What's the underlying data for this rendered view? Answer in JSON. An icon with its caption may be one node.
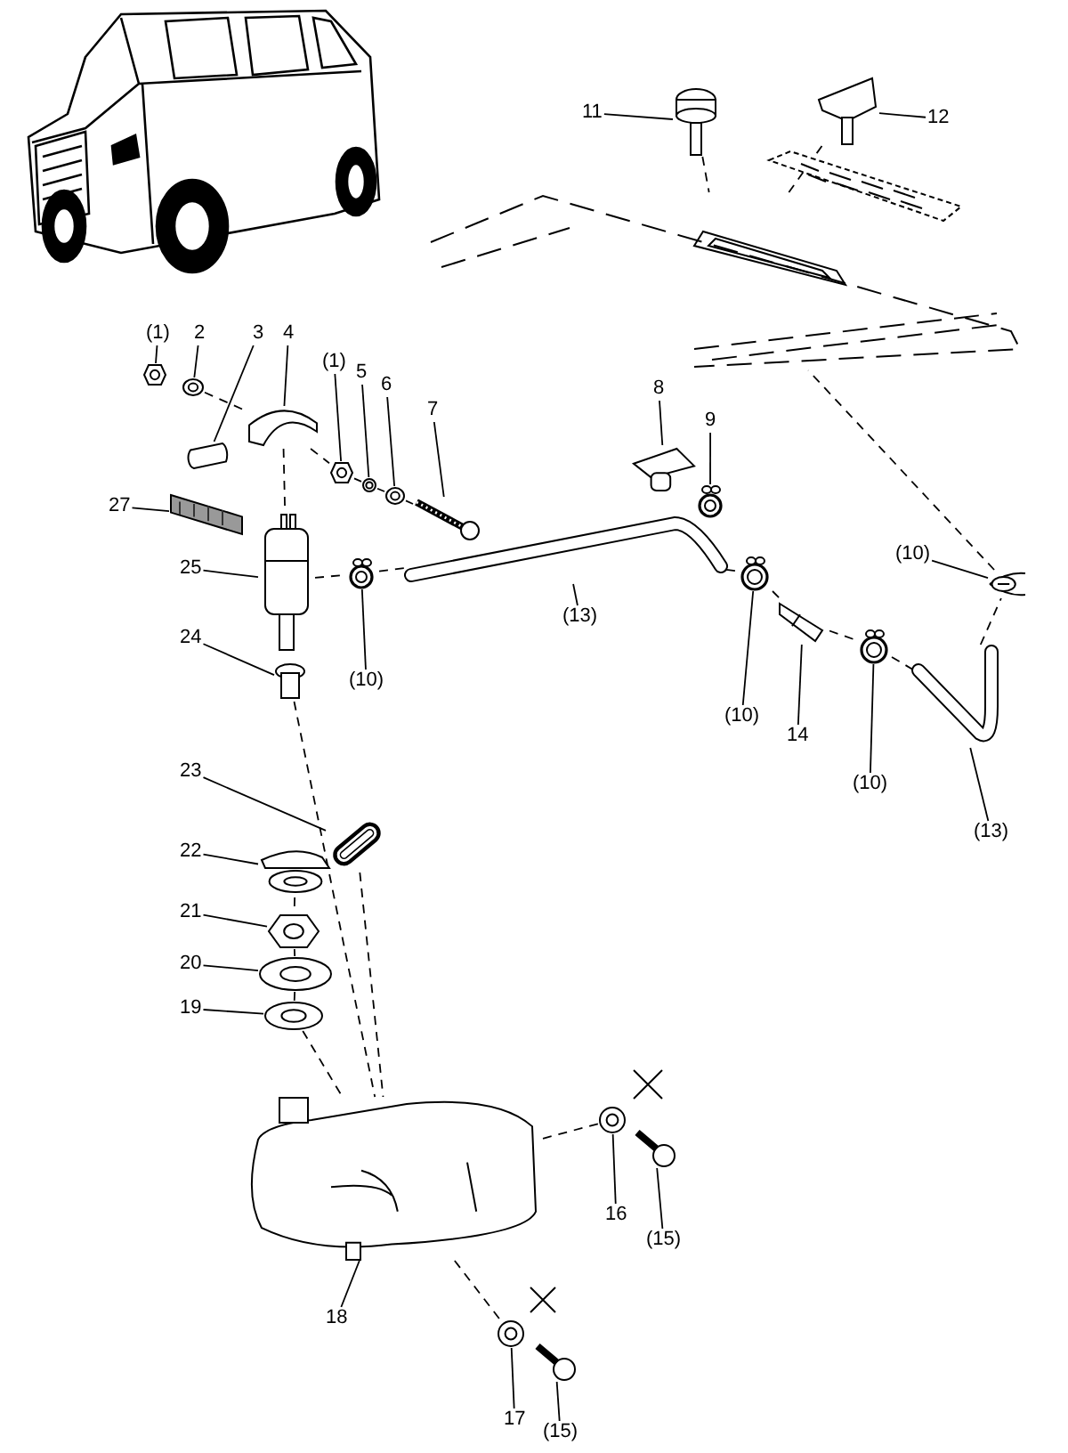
{
  "diagram": {
    "nodes": [
      {
        "text": [
          "(1)"
        ]
      },
      {
        "text": [],
        "shape": "picture"
      },
      {
        "text": [
          "2"
        ]
      },
      {
        "text": [],
        "shape": "picture"
      },
      {
        "text": [
          "3"
        ]
      },
      {
        "text": [],
        "shape": "picture"
      },
      {
        "text": [
          "4"
        ]
      },
      {
        "text": [],
        "shape": "picture"
      },
      {
        "text": [
          "(1)"
        ]
      },
      {
        "text": [],
        "shape": "picture"
      },
      {
        "text": [
          "5"
        ]
      },
      {
        "text": [],
        "shape": "picture"
      },
      {
        "text": [
          "6"
        ]
      },
      {
        "text": [],
        "shape": "picture"
      },
      {
        "text": [
          "7"
        ]
      },
      {
        "text": [],
        "shape": "picture"
      },
      {
        "text": [
          "27"
        ]
      },
      {
        "text": [],
        "shape": "bar"
      },
      {
        "text": [
          "25"
        ]
      },
      {
        "text": [],
        "shape": "picture"
      },
      {
        "text": [
          "24"
        ]
      },
      {
        "text": [],
        "shape": "picture"
      },
      {
        "text": [
          "(10)"
        ]
      },
      {
        "text": [],
        "shape": "circle"
      },
      {
        "text": [
          "(13)"
        ]
      },
      {
        "text": [],
        "shape": "picture"
      },
      {
        "text": [
          "8"
        ]
      },
      {
        "text": [],
        "shape": "picture"
      },
      {
        "text": [
          "9"
        ]
      },
      {
        "text": [],
        "shape": "circle"
      },
      {
        "text": [
          "(10)"
        ]
      },
      {
        "text": [],
        "shape": "circle"
      },
      {
        "text": [
          "14"
        ]
      },
      {
        "text": [],
        "shape": "picture"
      },
      {
        "text": [
          "(10)"
        ]
      },
      {
        "text": [],
        "shape": "circle"
      },
      {
        "text": [
          "(10)"
        ]
      },
      {
        "text": [],
        "shape": "circle"
      },
      {
        "text": [
          "(13)"
        ]
      },
      {
        "text": [],
        "shape": "picture"
      },
      {
        "text": [
          "11"
        ]
      },
      {
        "text": [],
        "shape": "picture"
      },
      {
        "text": [
          "12"
        ]
      },
      {
        "text": [],
        "shape": "picture"
      },
      {
        "text": [
          "23"
        ]
      },
      {
        "text": [],
        "shape": "picture"
      },
      {
        "text": [
          "22"
        ]
      },
      {
        "text": [],
        "shape": "picture"
      },
      {
        "text": [
          "21"
        ]
      },
      {
        "text": [],
        "shape": "picture"
      },
      {
        "text": [
          "20"
        ]
      },
      {
        "text": [],
        "shape": "picture"
      },
      {
        "text": [
          "19"
        ]
      },
      {
        "text": [],
        "shape": "picture"
      },
      {
        "text": [
          "18"
        ]
      },
      {
        "text": [],
        "shape": "picture"
      },
      {
        "text": [
          "16"
        ]
      },
      {
        "text": [],
        "shape": "picture"
      },
      {
        "text": [
          "(15)"
        ]
      },
      {
        "text": [],
        "shape": "picture"
      },
      {
        "text": [
          "17"
        ]
      },
      {
        "text": [],
        "shape": "picture"
      },
      {
        "text": [
          "(15)"
        ]
      },
      {
        "text": [],
        "shape": "picture"
      },
      {
        "text": [],
        "shape": "picture"
      }
    ],
    "edges": [
      {
        "from": 0,
        "to": 1,
        "arrow": "none"
      },
      {
        "from": 2,
        "to": 3,
        "arrow": "none"
      },
      {
        "from": 4,
        "to": 5,
        "arrow": "none"
      },
      {
        "from": 6,
        "to": 7,
        "arrow": "none"
      },
      {
        "from": 8,
        "to": 9,
        "arrow": "none"
      },
      {
        "from": 10,
        "to": 11,
        "arrow": "none"
      },
      {
        "from": 12,
        "to": 13,
        "arrow": "none"
      },
      {
        "from": 14,
        "to": 15,
        "arrow": "none"
      },
      {
        "from": 16,
        "to": 17,
        "arrow": "none"
      },
      {
        "from": 18,
        "to": 19,
        "arrow": "none"
      },
      {
        "from": 20,
        "to": 21,
        "arrow": "none"
      },
      {
        "from": 22,
        "to": 23,
        "arrow": "none"
      },
      {
        "from": 24,
        "to": 25,
        "arrow": "none"
      },
      {
        "from": 26,
        "to": 27,
        "arrow": "none"
      },
      {
        "from": 28,
        "to": 29,
        "arrow": "none"
      },
      {
        "from": 30,
        "to": 31,
        "arrow": "none"
      },
      {
        "from": 32,
        "to": 33,
        "arrow": "none"
      },
      {
        "from": 34,
        "to": 35,
        "arrow": "none"
      },
      {
        "from": 36,
        "to": 37,
        "arrow": "none"
      },
      {
        "from": 38,
        "to": 39,
        "arrow": "none"
      },
      {
        "from": 40,
        "to": 41,
        "arrow": "none"
      },
      {
        "from": 42,
        "to": 43,
        "arrow": "none"
      },
      {
        "from": 44,
        "to": 45,
        "arrow": "none"
      },
      {
        "from": 46,
        "to": 47,
        "arrow": "none"
      },
      {
        "from": 48,
        "to": 49,
        "arrow": "none"
      },
      {
        "from": 50,
        "to": 51,
        "arrow": "none"
      },
      {
        "from": 52,
        "to": 53,
        "arrow": "none"
      },
      {
        "from": 54,
        "to": 55,
        "arrow": "none"
      },
      {
        "from": 56,
        "to": 57,
        "arrow": "none"
      },
      {
        "from": 58,
        "to": 59,
        "arrow": "none"
      },
      {
        "from": 60,
        "to": 61,
        "arrow": "none"
      },
      {
        "from": 62,
        "to": 63,
        "arrow": "none"
      },
      {
        "from": 3,
        "to": 7,
        "arrow": "none",
        "style": "dashed"
      },
      {
        "from": 7,
        "to": 9,
        "arrow": "none",
        "style": "dashed"
      },
      {
        "from": 9,
        "to": 11,
        "arrow": "none",
        "style": "dashed"
      },
      {
        "from": 11,
        "to": 13,
        "arrow": "none",
        "style": "dashed"
      },
      {
        "from": 13,
        "to": 15,
        "arrow": "none",
        "style": "dashed"
      },
      {
        "from": 7,
        "to": 19,
        "arrow": "none",
        "style": "dashed"
      },
      {
        "from": 19,
        "to": 23,
        "arrow": "none",
        "style": "dashed"
      },
      {
        "from": 23,
        "to": 25,
        "arrow": "none",
        "style": "dashed"
      },
      {
        "from": 25,
        "to": 31,
        "arrow": "none",
        "style": "dashed"
      },
      {
        "from": 31,
        "to": 33,
        "arrow": "none",
        "style": "dashed"
      },
      {
        "from": 33,
        "to": 35,
        "arrow": "none",
        "style": "dashed"
      },
      {
        "from": 35,
        "to": 39,
        "arrow": "none",
        "style": "dashed"
      },
      {
        "from": 39,
        "to": 37,
        "arrow": "none",
        "style": "dashed"
      },
      {
        "from": 37,
        "to": 64,
        "arrow": "none",
        "style": "dashed"
      },
      {
        "from": 41,
        "to": 64,
        "arrow": "none",
        "style": "dashed"
      },
      {
        "from": 43,
        "to": 64,
        "arrow": "none",
        "style": "dashed"
      },
      {
        "from": 21,
        "to": 55,
        "arrow": "none",
        "style": "dashed"
      },
      {
        "from": 45,
        "to": 55,
        "arrow": "none",
        "style": "dashed"
      },
      {
        "from": 47,
        "to": 49,
        "arrow": "none",
        "style": "dashed"
      },
      {
        "from": 49,
        "to": 51,
        "arrow": "none",
        "style": "dashed"
      },
      {
        "from": 51,
        "to": 53,
        "arrow": "none",
        "style": "dashed"
      },
      {
        "from": 53,
        "to": 55,
        "arrow": "none",
        "style": "dashed"
      },
      {
        "from": 55,
        "to": 57,
        "arrow": "none",
        "style": "dashed"
      },
      {
        "from": 55,
        "to": 61,
        "arrow": "none",
        "style": "dashed"
      }
    ]
  }
}
